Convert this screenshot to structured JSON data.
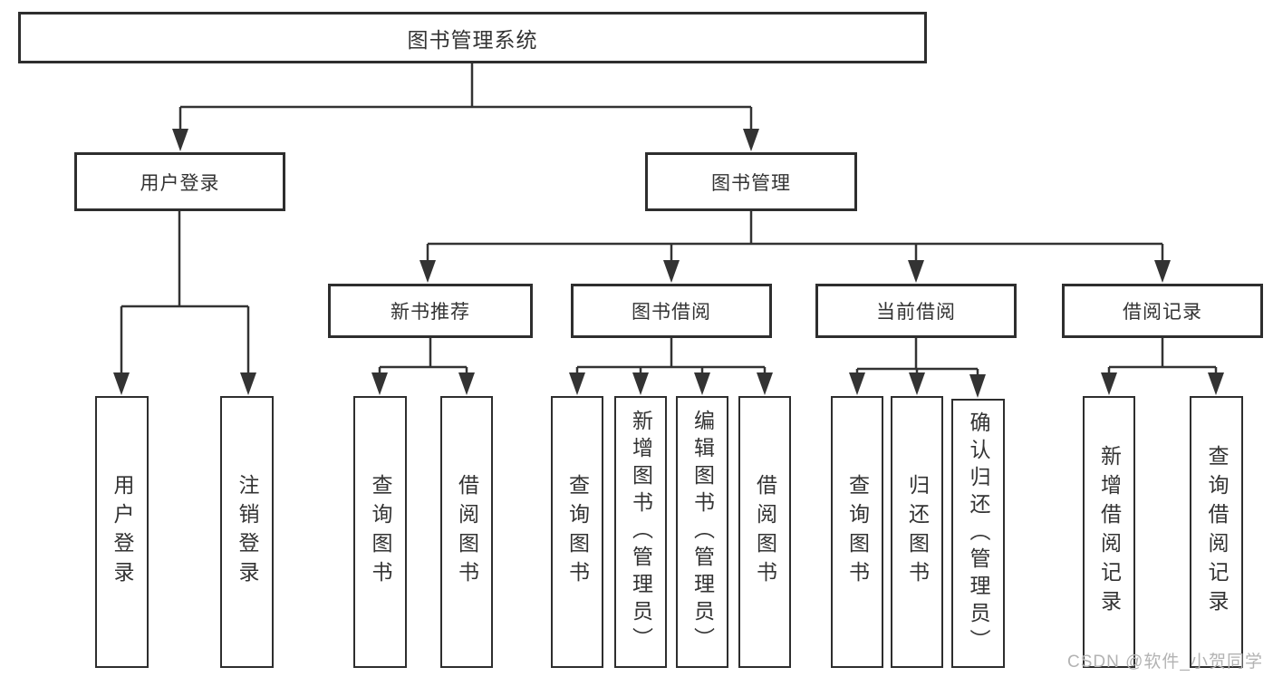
{
  "diagram_title": "图书管理系统",
  "watermark": "CSDN @软件_小贺同学",
  "colors": {
    "line": "#333333",
    "box_border": "#2e2e2e",
    "text": "#333333",
    "watermark": "#b3b3b3",
    "background": "#ffffff"
  },
  "nodes": {
    "root": {
      "label": "图书管理系统"
    },
    "user_login": {
      "label": "用户登录"
    },
    "book_management": {
      "label": "图书管理"
    },
    "new_book_recommend": {
      "label": "新书推荐"
    },
    "book_borrow": {
      "label": "图书借阅"
    },
    "current_borrow": {
      "label": "当前借阅"
    },
    "borrow_records": {
      "label": "借阅记录"
    },
    "user_login_leaf": {
      "label": "用户登录"
    },
    "logout": {
      "label": "注销登录"
    },
    "rec_query_book": {
      "label": "查询图书"
    },
    "rec_borrow_book": {
      "label": "借阅图书"
    },
    "bb_query_book": {
      "label": "查询图书"
    },
    "bb_add_book": {
      "label": "新增图书（管理员）"
    },
    "bb_edit_book": {
      "label": "编辑图书（管理员）"
    },
    "bb_borrow_book": {
      "label": "借阅图书"
    },
    "cb_query_book": {
      "label": "查询图书"
    },
    "cb_return_book": {
      "label": "归还图书"
    },
    "cb_confirm_return": {
      "label": "确认归还（管理员）"
    },
    "br_add_record": {
      "label": "新增借阅记录"
    },
    "br_query_record": {
      "label": "查询借阅记录"
    }
  }
}
